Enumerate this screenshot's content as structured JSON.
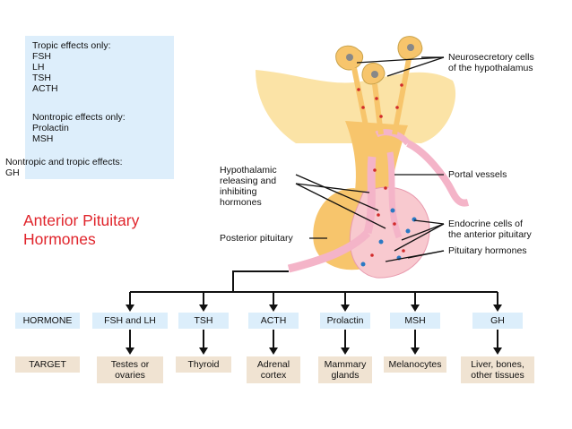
{
  "effects": {
    "tropic_heading": "Tropic effects only:",
    "tropic_items": [
      "FSH",
      "LH",
      "TSH",
      "ACTH"
    ],
    "nontropic_heading": "Nontropic effects only:",
    "nontropic_items": [
      "Prolactin",
      "MSH"
    ],
    "both_heading": "Nontropic and tropic effects:",
    "both_items": [
      "GH"
    ]
  },
  "title_lines": [
    "Anterior Pituitary",
    "Hormones"
  ],
  "labels": {
    "neurosecretory": [
      "Neurosecretory cells",
      "of the hypothalamus"
    ],
    "portal_vessels": "Portal vessels",
    "endocrine_cells": [
      "Endocrine cells of",
      "the anterior pituitary"
    ],
    "pituitary_hormones": "Pituitary hormones",
    "hypothalamic": [
      "Hypothalamic",
      "releasing and",
      "inhibiting",
      "hormones"
    ],
    "posterior_pituitary": "Posterior pituitary"
  },
  "table": {
    "hormone_header": "HORMONE",
    "target_header": "TARGET",
    "hormones": [
      "FSH and LH",
      "TSH",
      "ACTH",
      "Prolactin",
      "MSH",
      "GH"
    ],
    "targets": [
      [
        "Testes or",
        "ovaries"
      ],
      [
        "Thyroid"
      ],
      [
        "Adrenal",
        "cortex"
      ],
      [
        "Mammary",
        "glands"
      ],
      [
        "Melanocytes"
      ],
      [
        "Liver, bones,",
        "other tissues"
      ]
    ]
  },
  "colors": {
    "title": "#e0242b",
    "info_box": "#ddeefb",
    "hormone_box": "#dceefb",
    "target_box": "#f0e3d2",
    "gland": "#f7c56c",
    "hypothalamus": "#fbe3a6",
    "vessels": "#f4b4c8"
  }
}
